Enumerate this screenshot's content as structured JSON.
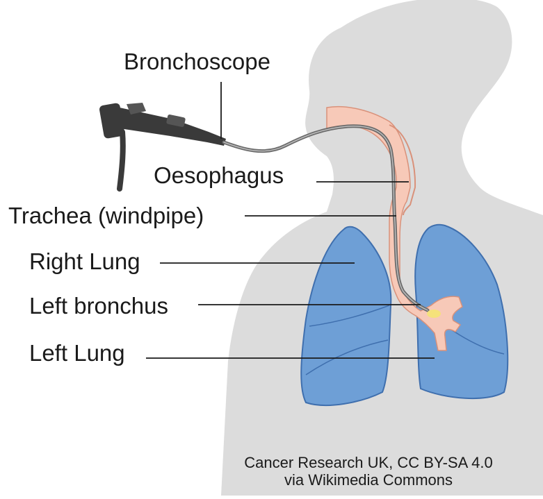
{
  "labels": {
    "bronchoscope": "Bronchoscope",
    "oesophagus": "Oesophagus",
    "trachea": "Trachea (windpipe)",
    "right_lung": "Right Lung",
    "left_bronchus": "Left bronchus",
    "left_lung": "Left Lung"
  },
  "credit": {
    "line1": "Cancer Research UK, CC BY-SA 4.0",
    "line2": "via Wikimedia Commons"
  },
  "colors": {
    "silhouette": "#dcdcdc",
    "lung_fill": "#6e9fd6",
    "lung_stroke": "#3f6fae",
    "airway_fill": "#f7c9b8",
    "airway_stroke": "#d9917a",
    "scope_body": "#3a3a3a",
    "scope_tube": "#6b6b6b",
    "leader_line": "#1a1a1a",
    "scope_tip": "#f5e27a"
  }
}
